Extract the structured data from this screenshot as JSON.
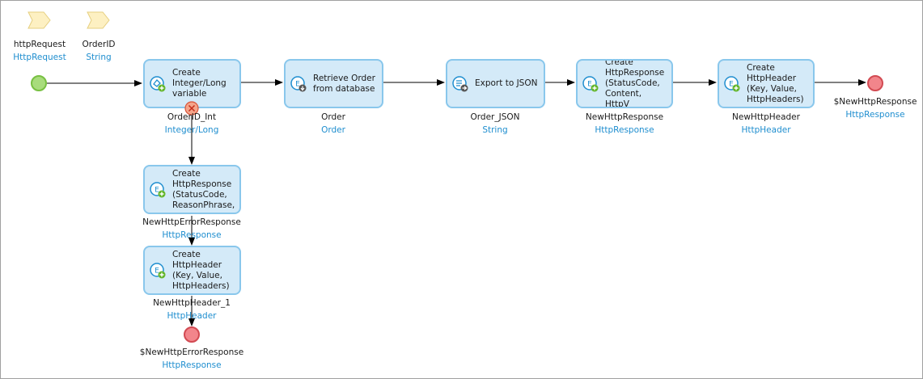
{
  "params": [
    {
      "name": "httpRequest",
      "type": "HttpRequest"
    },
    {
      "name": "OrderID",
      "type": "String"
    }
  ],
  "nodes": {
    "create_integer": {
      "text": "Create\nInteger/Long\nvariable",
      "var": "OrderID_Int",
      "type": "Integer/Long"
    },
    "retrieve_order": {
      "text": "Retrieve Order\nfrom database",
      "var": "Order",
      "type": "Order"
    },
    "export_json": {
      "text": "Export to JSON",
      "var": "Order_JSON",
      "type": "String"
    },
    "create_response": {
      "text": "Create\nHttpResponse\n(StatusCode,\nContent, HttpV",
      "var": "NewHttpResponse",
      "type": "HttpResponse"
    },
    "create_header": {
      "text": "Create\nHttpHeader\n(Key, Value,\nHttpHeaders)",
      "var": "NewHttpHeader",
      "type": "HttpHeader"
    },
    "create_error_response": {
      "text": "Create\nHttpResponse\n(StatusCode,\nReasonPhrase,",
      "var": "NewHttpErrorResponse",
      "type": "HttpResponse"
    },
    "create_error_header": {
      "text": "Create\nHttpHeader\n(Key, Value,\nHttpHeaders)",
      "var": "NewHttpHeader_1",
      "type": "HttpHeader"
    }
  },
  "end_events": {
    "main": {
      "var": "$NewHttpResponse",
      "type": "HttpResponse"
    },
    "error": {
      "var": "$NewHttpErrorResponse",
      "type": "HttpResponse"
    }
  },
  "colors": {
    "activity_fill": "#d4eaf8",
    "activity_border": "#89c7ec",
    "type_text": "#1f8ecf",
    "start_event": "#a8dc7c",
    "end_event": "#f2858b",
    "error_marker": "#f5a58a",
    "parameter": "#fdf0c2"
  }
}
